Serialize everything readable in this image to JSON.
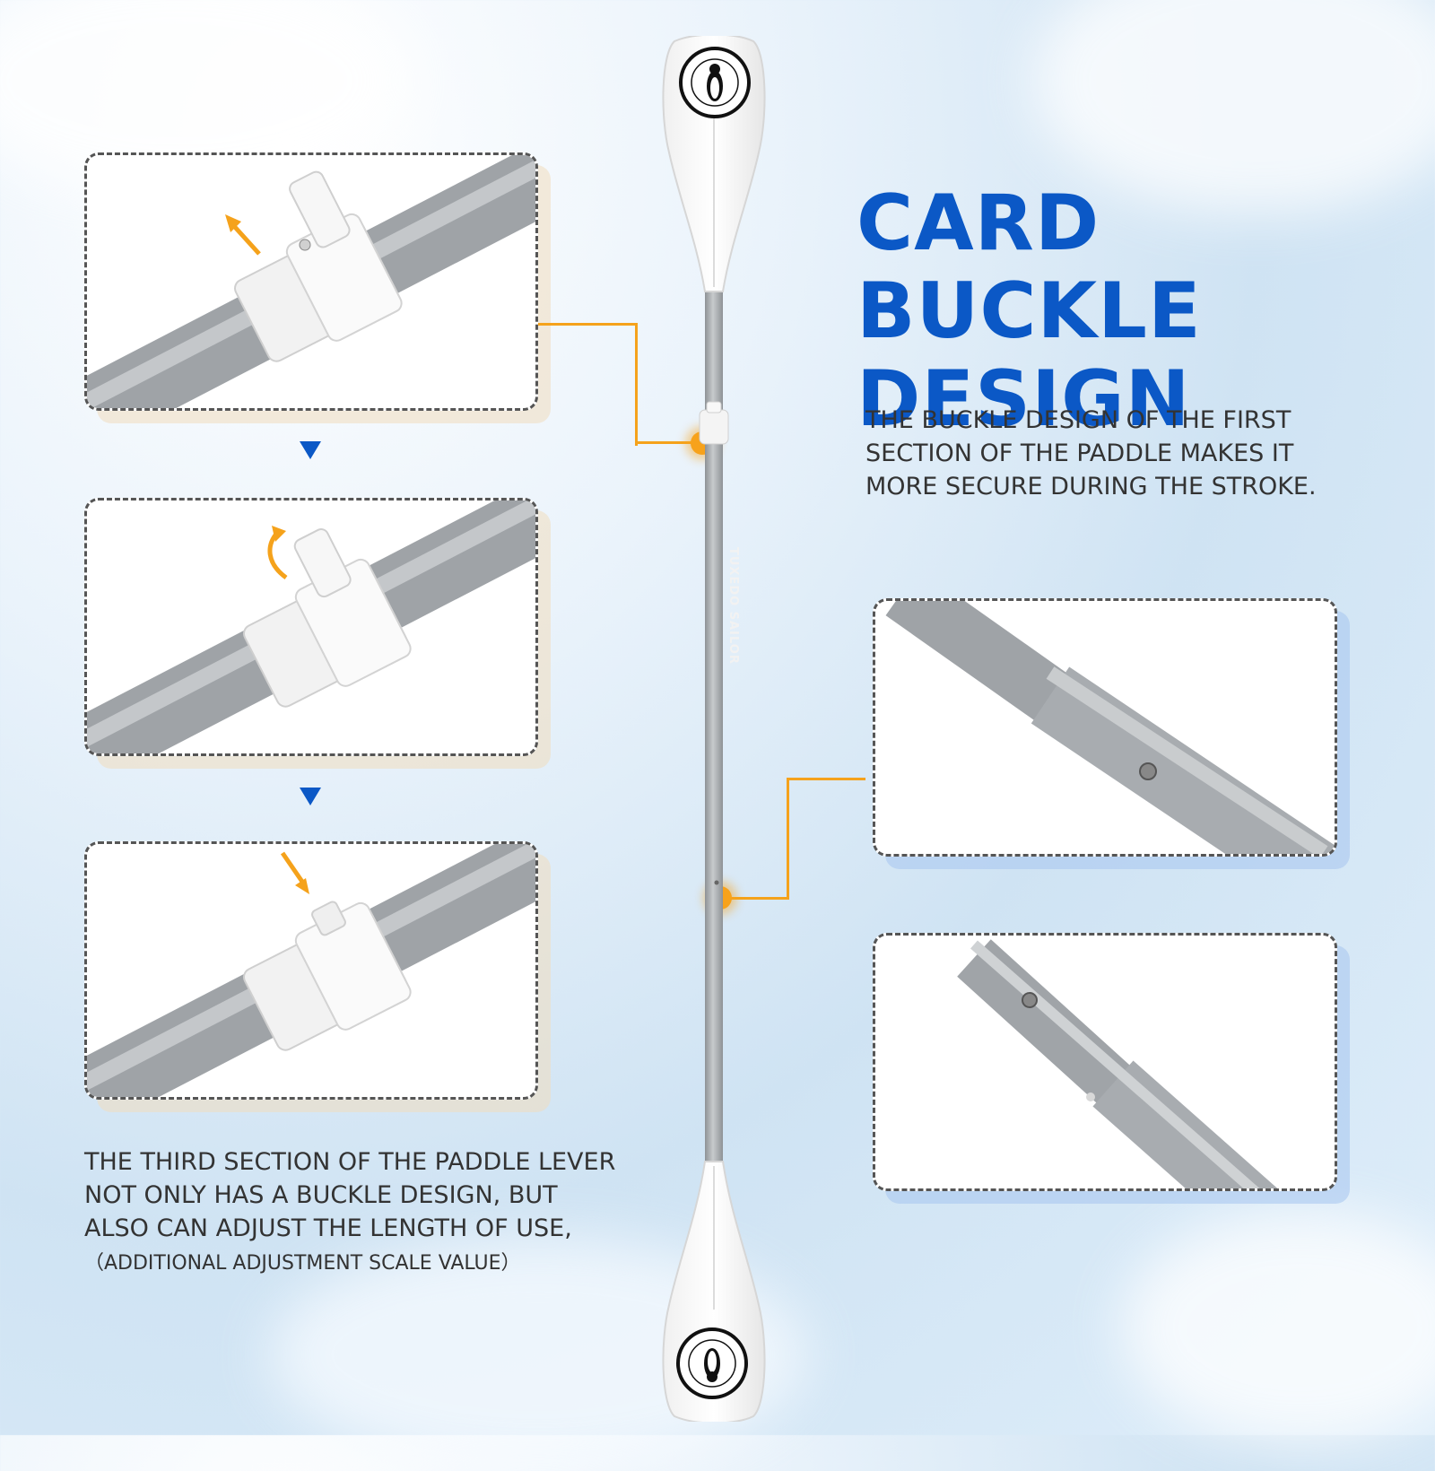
{
  "heading": {
    "line1": "CARD BUCKLE",
    "line2": "DESIGN"
  },
  "right_description": {
    "lines": [
      "THE BUCKLE DESIGN OF THE FIRST",
      "SECTION OF THE PADDLE MAKES IT",
      "MORE SECURE DURING THE STROKE."
    ]
  },
  "left_description": {
    "lines": [
      "THE THIRD SECTION OF THE PADDLE LEVER",
      "NOT ONLY HAS A BUCKLE DESIGN, BUT",
      "ALSO CAN ADJUST THE LENGTH OF USE,"
    ],
    "note": "（ADDITIONAL ADJUSTMENT SCALE VALUE）"
  },
  "brand": {
    "name": "TUXEDO SAILOR"
  },
  "colors": {
    "heading": "#0b58c6",
    "accent": "#f5a21b",
    "shaft": "#a9adb1",
    "text": "#333333"
  },
  "icons": [
    "up-arrow-icon",
    "curved-arrow-icon",
    "down-arrow-icon",
    "step-arrow-icon",
    "penguin-logo-icon"
  ]
}
